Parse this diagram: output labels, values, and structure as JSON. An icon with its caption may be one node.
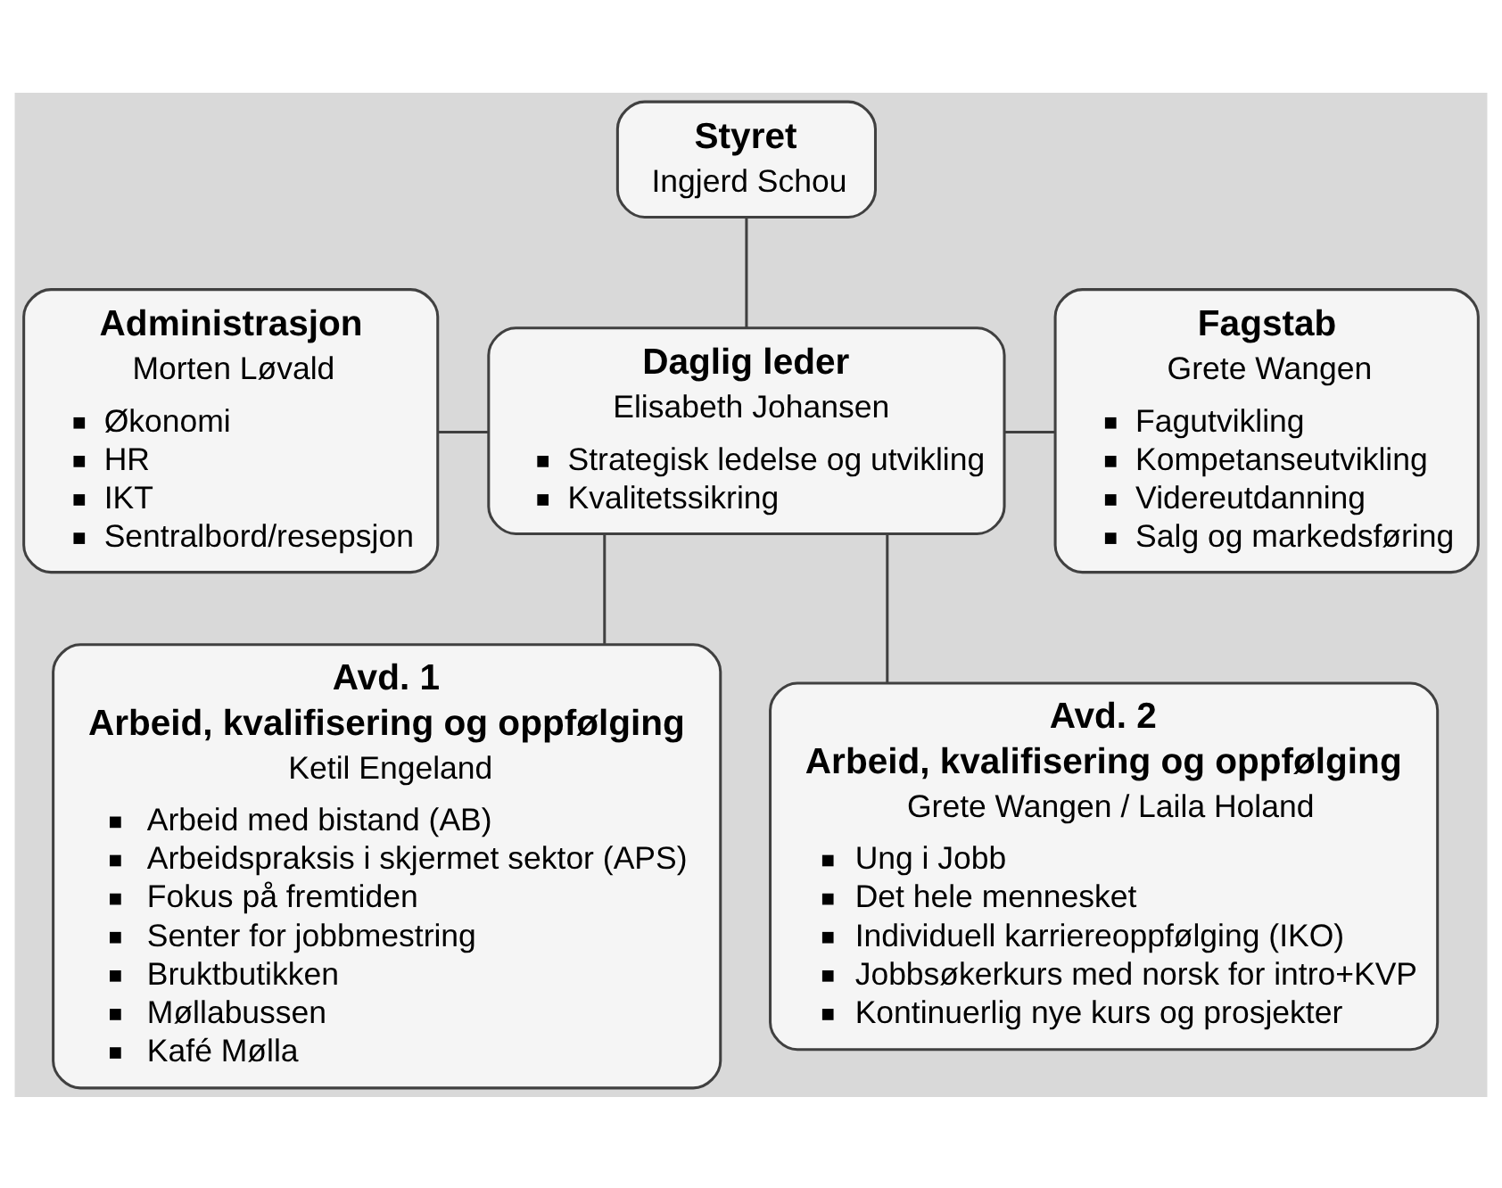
{
  "diagram": {
    "nodes": [
      {
        "text": [
          "Styret",
          "Ingjerd Schou"
        ]
      },
      {
        "text": [
          "Administrasjon",
          "Morten Løvald",
          "Økonomi",
          "HR",
          "IKT",
          "Sentralbord/resepsjon"
        ]
      },
      {
        "text": [
          "Daglig leder",
          "Elisabeth Johansen",
          "Strategisk ledelse og utvikling",
          "Kvalitetssikring"
        ]
      },
      {
        "text": [
          "Fagstab",
          "Grete Wangen",
          "Fagutvikling",
          "Kompetanseutvikling",
          "Videreutdanning",
          "Salg og markedsføring"
        ]
      },
      {
        "text": [
          "Avd. 1",
          "Arbeid, kvalifisering og oppfølging",
          "Ketil Engeland",
          "Arbeid med bistand (AB)",
          "Arbeidspraksis i skjermet sektor (APS)",
          "Fokus på fremtiden",
          "Senter for jobbmestring",
          "Bruktbutikken",
          "Møllabussen",
          "Kafé Mølla"
        ]
      },
      {
        "text": [
          "Avd. 2",
          "Arbeid, kvalifisering og oppfølging",
          "Grete Wangen / Laila Holand",
          "Ung i Jobb",
          "Det hele mennesket",
          "Individuell karriereoppfølging (IKO)",
          "Jobbsøkerkurs med norsk for intro+KVP",
          "Kontinuerlig nye kurs og prosjekter"
        ]
      }
    ],
    "edges": [
      {
        "from": 0,
        "to": 2,
        "arrow": "none"
      },
      {
        "from": 1,
        "to": 2,
        "arrow": "none"
      },
      {
        "from": 2,
        "to": 3,
        "arrow": "none"
      },
      {
        "from": 2,
        "to": 4,
        "arrow": "none"
      },
      {
        "from": 2,
        "to": 5,
        "arrow": "none"
      }
    ]
  }
}
